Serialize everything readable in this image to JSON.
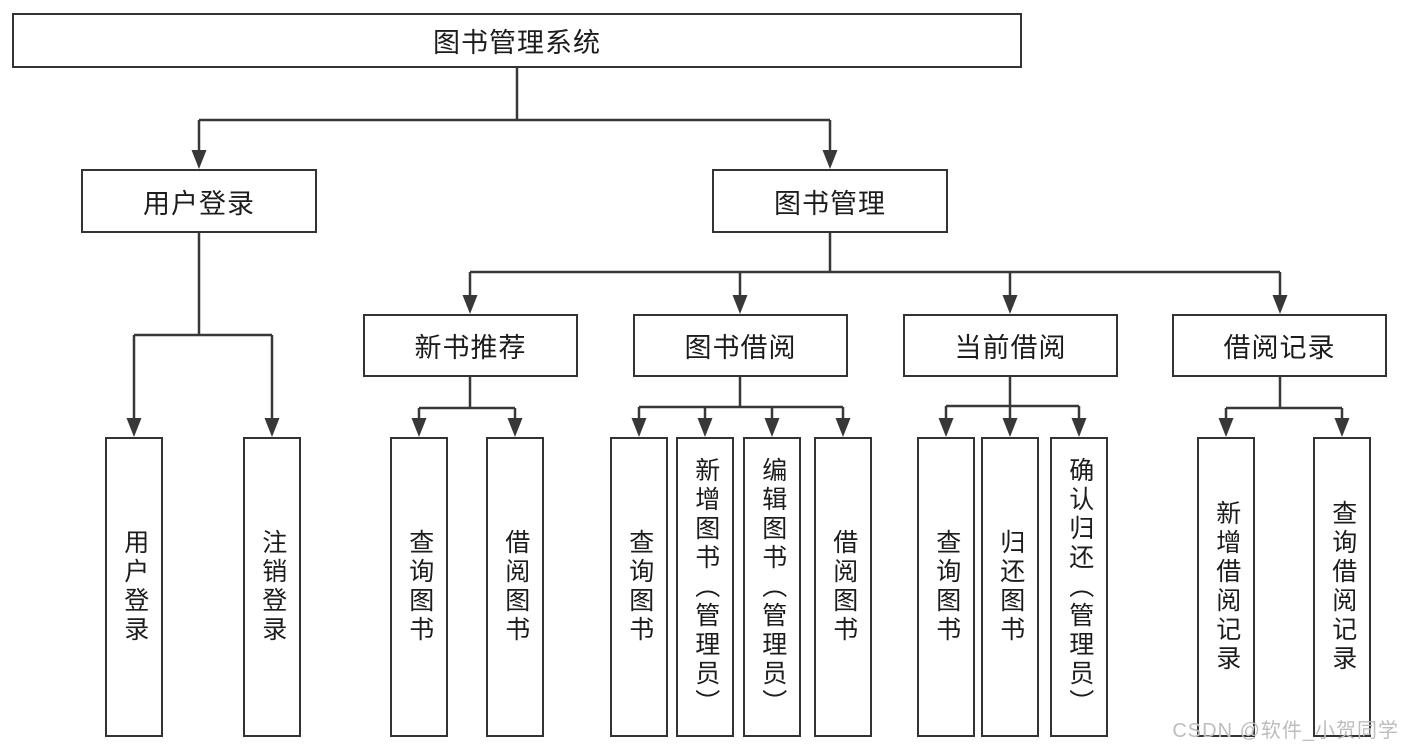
{
  "tree": {
    "root": {
      "label": "图书管理系统"
    },
    "children": [
      {
        "label": "用户登录",
        "children": [
          {
            "label": "用户登录"
          },
          {
            "label": "注销登录"
          }
        ]
      },
      {
        "label": "图书管理",
        "children": [
          {
            "label": "新书推荐",
            "children": [
              {
                "label": "查询图书"
              },
              {
                "label": "借阅图书"
              }
            ]
          },
          {
            "label": "图书借阅",
            "children": [
              {
                "label": "查询图书"
              },
              {
                "label": "新增图书（管理员）"
              },
              {
                "label": "编辑图书（管理员）"
              },
              {
                "label": "借阅图书"
              }
            ]
          },
          {
            "label": "当前借阅",
            "children": [
              {
                "label": "查询图书"
              },
              {
                "label": "归还图书"
              },
              {
                "label": "确认归还（管理员）"
              }
            ]
          },
          {
            "label": "借阅记录",
            "children": [
              {
                "label": "新增借阅记录"
              },
              {
                "label": "查询借阅记录"
              }
            ]
          }
        ]
      }
    ]
  },
  "colors": {
    "line": "#383838",
    "border": "#333333",
    "text": "#1c1c1c",
    "watermark": "#bdbdbd"
  },
  "watermark": {
    "text": "CSDN @软件_小贺同学"
  }
}
